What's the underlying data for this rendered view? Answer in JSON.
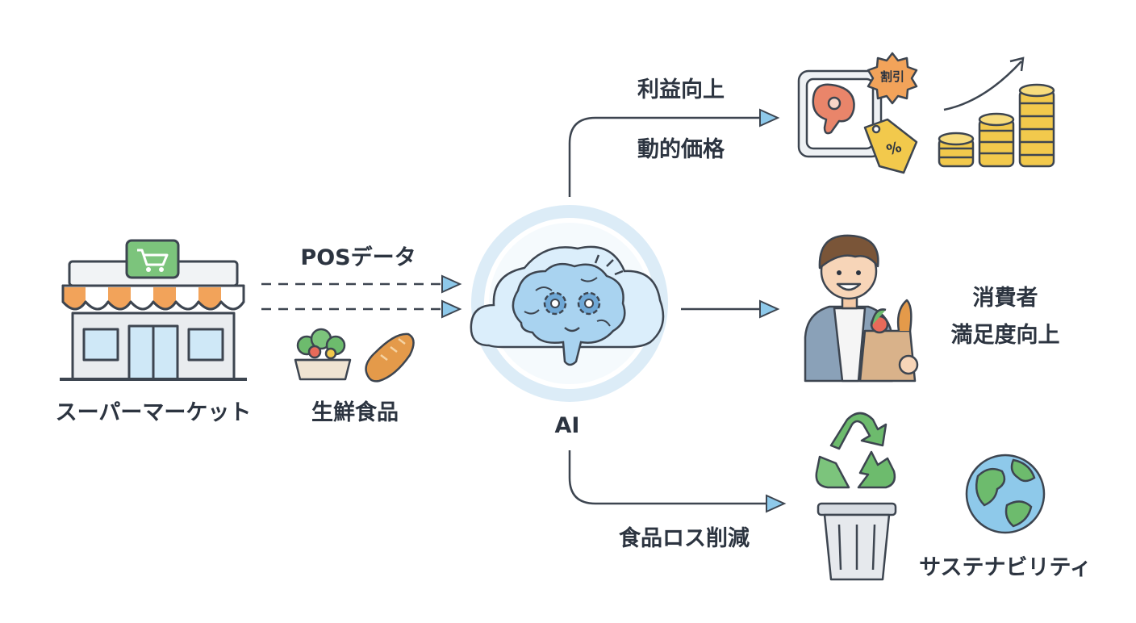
{
  "source": {
    "store_label": "スーパーマーケット",
    "food_label": "生鮮食品",
    "data_flow_label": "POSデータ"
  },
  "hub": {
    "label": "AI"
  },
  "outcomes": {
    "pricing": {
      "line1": "利益向上",
      "line2": "動的価格",
      "discount_badge": "割引",
      "tag_symbol": "%"
    },
    "consumer": {
      "line1": "消費者",
      "line2": "満足度向上"
    },
    "waste": {
      "label": "食品ロス削減",
      "sustainability_label": "サステナビリティ"
    }
  },
  "colors": {
    "text": "#2c3440",
    "line": "#3d4550",
    "accent_blue": "#8ec9ea",
    "cart_green": "#7cc47c",
    "awning_orange": "#f2a35a",
    "coin_gold": "#f2c94c",
    "recycle_green": "#6dbb6d"
  }
}
